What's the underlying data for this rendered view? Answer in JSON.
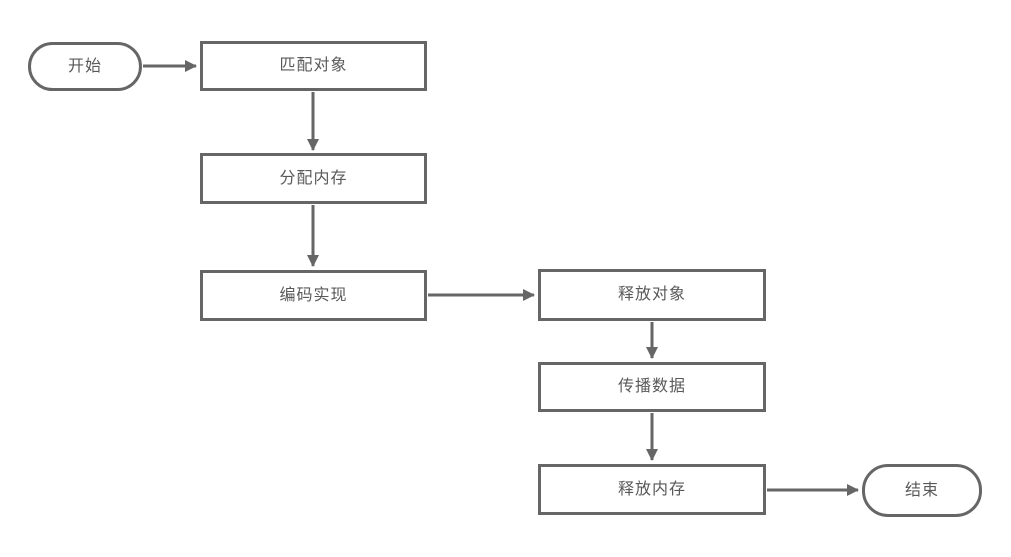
{
  "diagram": {
    "type": "flowchart",
    "nodes": {
      "start": {
        "label": "开始",
        "shape": "terminator"
      },
      "match_object": {
        "label": "匹配对象",
        "shape": "process"
      },
      "allocate_memory": {
        "label": "分配内存",
        "shape": "process"
      },
      "code_implement": {
        "label": "编码实现",
        "shape": "process"
      },
      "release_object": {
        "label": "释放对象",
        "shape": "process"
      },
      "propagate_data": {
        "label": "传播数据",
        "shape": "process"
      },
      "release_memory": {
        "label": "释放内存",
        "shape": "process"
      },
      "end": {
        "label": "结束",
        "shape": "terminator"
      }
    },
    "edges": [
      {
        "from": "start",
        "to": "match_object",
        "direction": "right"
      },
      {
        "from": "match_object",
        "to": "allocate_memory",
        "direction": "down"
      },
      {
        "from": "allocate_memory",
        "to": "code_implement",
        "direction": "down"
      },
      {
        "from": "code_implement",
        "to": "release_object",
        "direction": "right"
      },
      {
        "from": "release_object",
        "to": "propagate_data",
        "direction": "down"
      },
      {
        "from": "propagate_data",
        "to": "release_memory",
        "direction": "down"
      },
      {
        "from": "release_memory",
        "to": "end",
        "direction": "right"
      }
    ],
    "colors": {
      "node_border": "#666666",
      "node_fill": "#ffffff",
      "edge": "#666666",
      "text": "#595959",
      "background": "#ffffff"
    }
  }
}
